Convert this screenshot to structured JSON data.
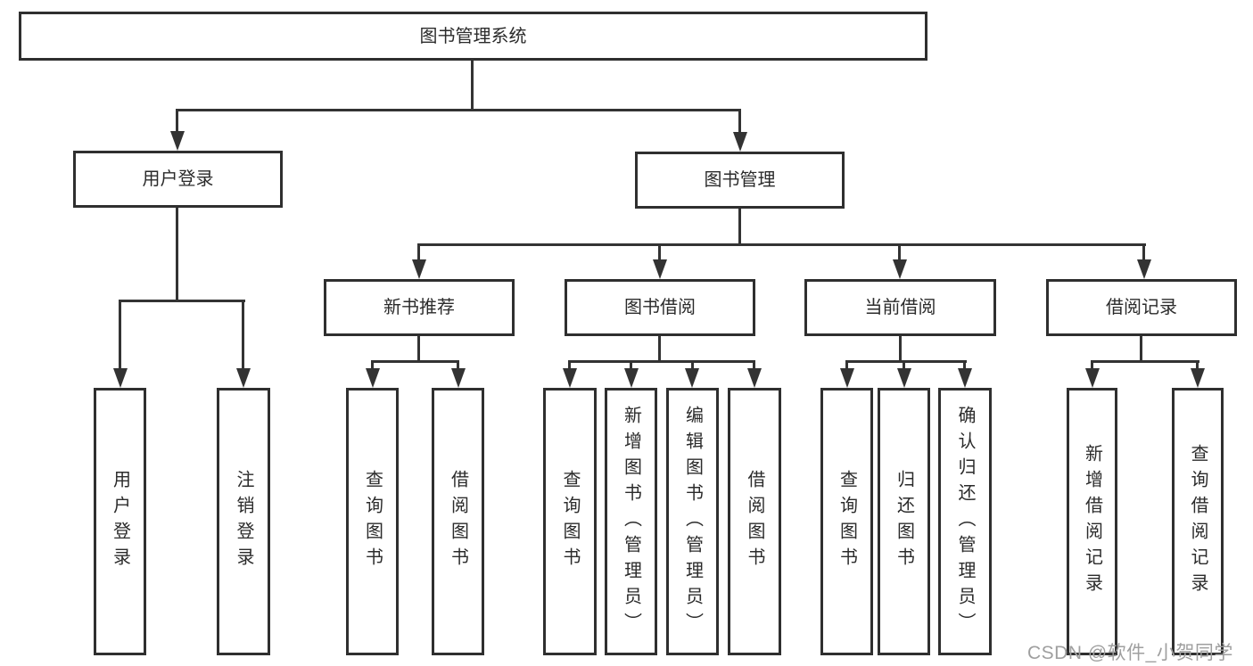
{
  "diagram": {
    "root": {
      "label": "图书管理系统"
    },
    "level2": [
      {
        "label": "用户登录"
      },
      {
        "label": "图书管理"
      }
    ],
    "level3": [
      {
        "label": "新书推荐"
      },
      {
        "label": "图书借阅"
      },
      {
        "label": "当前借阅"
      },
      {
        "label": "借阅记录"
      }
    ],
    "leaves": [
      {
        "label": "用户登录"
      },
      {
        "label": "注销登录"
      },
      {
        "label": "查询图书"
      },
      {
        "label": "借阅图书"
      },
      {
        "label": "查询图书"
      },
      {
        "label": "新增图书（管理员）"
      },
      {
        "label": "编辑图书（管理员）"
      },
      {
        "label": "借阅图书"
      },
      {
        "label": "查询图书"
      },
      {
        "label": "归还图书"
      },
      {
        "label": "确认归还（管理员）"
      },
      {
        "label": "新增借阅记录"
      },
      {
        "label": "查询借阅记录"
      }
    ],
    "watermark": "CSDN @软件_小贺同学",
    "colors": {
      "line": "#333333",
      "border": "#2f2f2f",
      "text": "#2b2b2b",
      "watermark": "#9f9f9f",
      "background": "#ffffff"
    }
  }
}
